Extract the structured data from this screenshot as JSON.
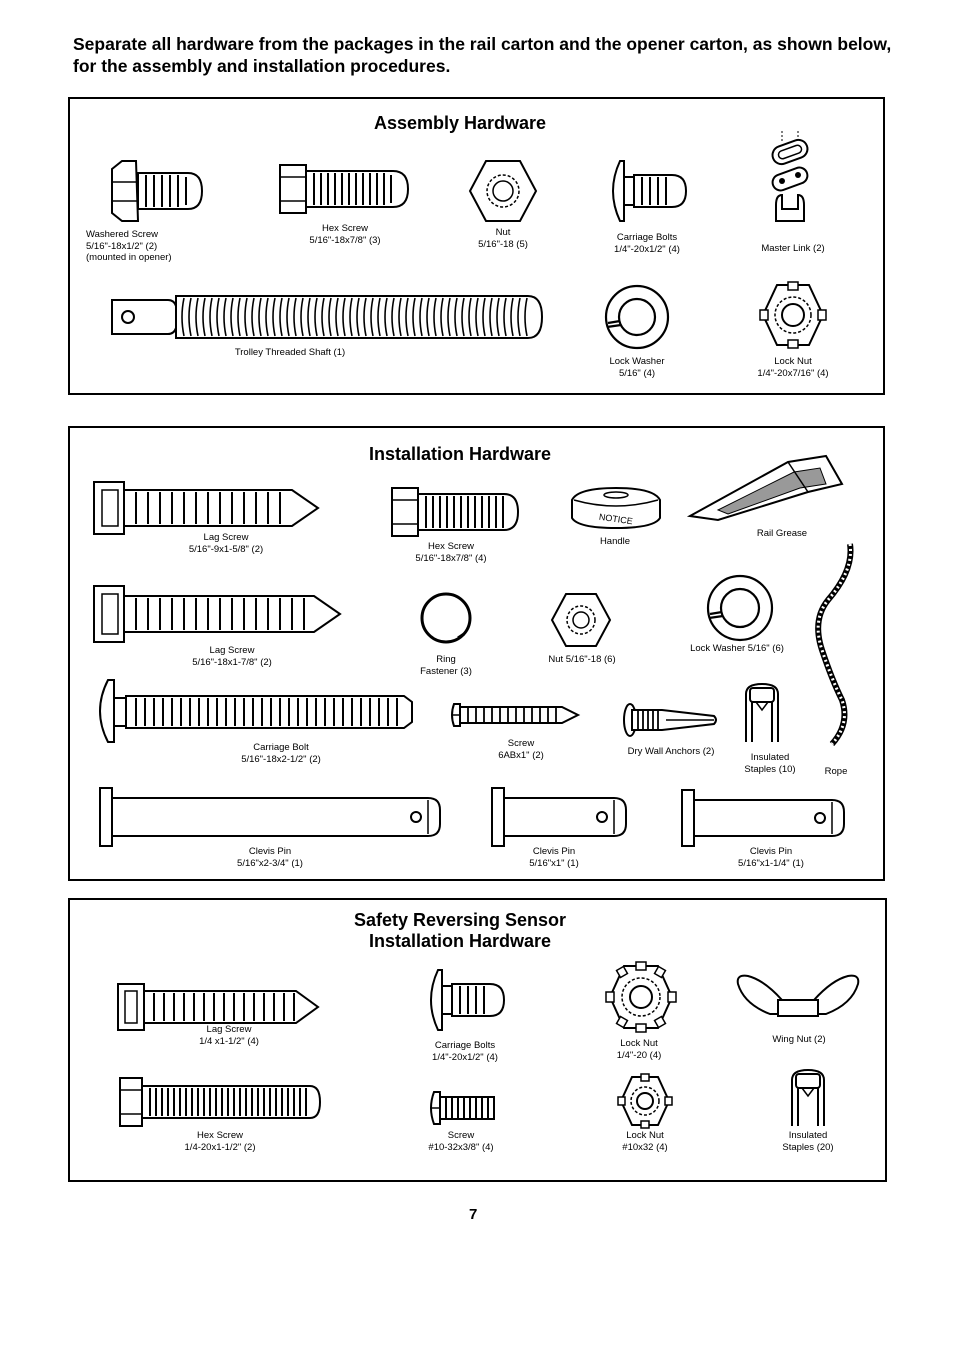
{
  "intro_text": "Separate all hardware from the packages in the rail carton and the opener carton, as shown below, for the assembly and installation procedures.",
  "assembly": {
    "title": "Assembly Hardware",
    "items": [
      {
        "name": "Washered Screw",
        "spec": "5/16\"-18x1/2\" (2)",
        "note": "(mounted in opener)"
      },
      {
        "name": "Hex Screw",
        "spec": "5/16\"-18x7/8\" (3)"
      },
      {
        "name": "Nut",
        "spec": "5/16\"-18 (5)"
      },
      {
        "name": "Carriage Bolts",
        "spec": "1/4\"-20x1/2\" (4)"
      },
      {
        "name": "Master Link (2)"
      },
      {
        "name": "Trolley Threaded Shaft (1)"
      },
      {
        "name": "Lock Washer",
        "spec": "5/16\" (4)"
      },
      {
        "name": "Lock Nut",
        "spec": "1/4\"-20x7/16\" (4)"
      }
    ]
  },
  "installation": {
    "title": "Installation Hardware",
    "handle_notice": "NOTICE",
    "items": [
      {
        "name": "Lag Screw",
        "spec": "5/16\"-9x1-5/8\" (2)"
      },
      {
        "name": "Hex Screw",
        "spec": "5/16\"-18x7/8\" (4)"
      },
      {
        "name": "Handle"
      },
      {
        "name": "Rail Grease"
      },
      {
        "name": "Lag Screw",
        "spec": "5/16\"-18x1-7/8\" (2)"
      },
      {
        "name": "Ring",
        "spec": "Fastener (3)"
      },
      {
        "name": "Nut 5/16\"-18 (6)"
      },
      {
        "name": "Lock Washer 5/16\" (6)"
      },
      {
        "name": "Carriage Bolt",
        "spec": "5/16\"-18x2-1/2\" (2)"
      },
      {
        "name": "Screw",
        "spec": "6ABx1\" (2)"
      },
      {
        "name": "Dry Wall Anchors (2)"
      },
      {
        "name": "Insulated",
        "spec": "Staples (10)"
      },
      {
        "name": "Rope"
      },
      {
        "name": "Clevis Pin",
        "spec": "5/16\"x2-3/4\" (1)"
      },
      {
        "name": "Clevis Pin",
        "spec": "5/16\"x1\" (1)"
      },
      {
        "name": "Clevis Pin",
        "spec": "5/16\"x1-1/4\" (1)"
      }
    ]
  },
  "safety": {
    "title_line1": "Safety Reversing Sensor",
    "title_line2": "Installation Hardware",
    "items": [
      {
        "name": "Lag Screw",
        "spec": "1/4 x1-1/2\" (4)"
      },
      {
        "name": "Carriage Bolts",
        "spec": "1/4\"-20x1/2\" (4)"
      },
      {
        "name": "Lock Nut",
        "spec": "1/4\"-20 (4)"
      },
      {
        "name": "Wing Nut (2)"
      },
      {
        "name": "Hex Screw",
        "spec": "1/4-20x1-1/2\" (2)"
      },
      {
        "name": "Screw",
        "spec": "#10-32x3/8\" (4)"
      },
      {
        "name": "Lock Nut",
        "spec": "#10x32 (4)"
      },
      {
        "name": "Insulated",
        "spec": "Staples (20)"
      }
    ]
  },
  "page_number": "7"
}
